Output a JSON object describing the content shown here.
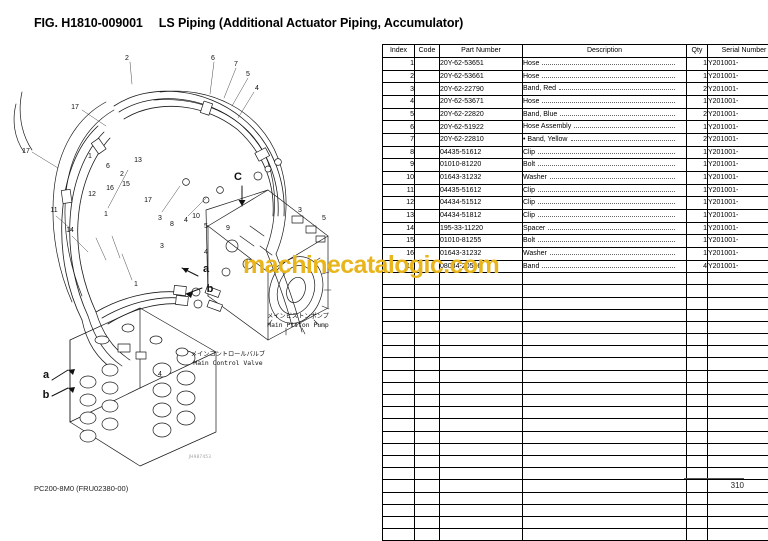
{
  "title": {
    "fig_id": "FIG. H1810-009001",
    "name": "LS Piping (Additional Actuator Piping, Accumulator)"
  },
  "watermark": "machinecatalogic.com",
  "table": {
    "headers": {
      "index": "Index",
      "code": "Code",
      "part_number": "Part Number",
      "description": "Description",
      "qty": "Qty",
      "serial_number": "Serial Number"
    },
    "rows": [
      {
        "index": "1",
        "code": "",
        "part_number": "20Y-62-53651",
        "description": "Hose",
        "qty": "1",
        "serial_number": "Y201001-"
      },
      {
        "index": "2",
        "code": "",
        "part_number": "20Y-62-53661",
        "description": "Hose",
        "qty": "1",
        "serial_number": "Y201001-"
      },
      {
        "index": "3",
        "code": "",
        "part_number": "20Y-62-22790",
        "description": "Band, Red",
        "qty": "2",
        "serial_number": "Y201001-"
      },
      {
        "index": "4",
        "code": "",
        "part_number": "20Y-62-53671",
        "description": "Hose",
        "qty": "1",
        "serial_number": "Y201001-"
      },
      {
        "index": "5",
        "code": "",
        "part_number": "20Y-62-22820",
        "description": "Band, Blue",
        "qty": "2",
        "serial_number": "Y201001-"
      },
      {
        "index": "6",
        "code": "",
        "part_number": "20Y-62-51922",
        "description": "Hose Assembly",
        "qty": "1",
        "serial_number": "Y201001-"
      },
      {
        "index": "7",
        "code": "",
        "part_number": "20Y-62-22810",
        "description": "• Band, Yellow",
        "qty": "2",
        "serial_number": "Y201001-"
      },
      {
        "index": "8",
        "code": "",
        "part_number": "04435-51612",
        "description": "Clip",
        "qty": "1",
        "serial_number": "Y201001-"
      },
      {
        "index": "9",
        "code": "",
        "part_number": "01010-81220",
        "description": "Bolt",
        "qty": "1",
        "serial_number": "Y201001-"
      },
      {
        "index": "10",
        "code": "",
        "part_number": "01643-31232",
        "description": "Washer",
        "qty": "1",
        "serial_number": "Y201001-"
      },
      {
        "index": "11",
        "code": "",
        "part_number": "04435-51612",
        "description": "Clip",
        "qty": "1",
        "serial_number": "Y201001-"
      },
      {
        "index": "12",
        "code": "",
        "part_number": "04434-51512",
        "description": "Clip",
        "qty": "1",
        "serial_number": "Y201001-"
      },
      {
        "index": "13",
        "code": "",
        "part_number": "04434-51812",
        "description": "Clip",
        "qty": "1",
        "serial_number": "Y201001-"
      },
      {
        "index": "14",
        "code": "",
        "part_number": "195-33-11220",
        "description": "Spacer",
        "qty": "1",
        "serial_number": "Y201001-"
      },
      {
        "index": "15",
        "code": "",
        "part_number": "01010-81255",
        "description": "Bolt",
        "qty": "1",
        "serial_number": "Y201001-"
      },
      {
        "index": "16",
        "code": "",
        "part_number": "01643-31232",
        "description": "Washer",
        "qty": "1",
        "serial_number": "Y201001-"
      },
      {
        "index": "17",
        "code": "",
        "part_number": "08034-20536",
        "description": "Band",
        "qty": "4",
        "serial_number": "Y201001-"
      }
    ],
    "empty_row_count": 22
  },
  "diagram": {
    "labels": {
      "main_piston_pump_jp": "メインピストンポンプ",
      "main_piston_pump_en": "Main Piston Pump",
      "main_control_valve_jp": "メインコントロールバルブ",
      "main_control_valve_en": "Main Control Valve",
      "drawing_code": "JH987453"
    },
    "section_markers": [
      "C",
      "a",
      "b"
    ],
    "callouts": [
      "1",
      "2",
      "3",
      "4",
      "5",
      "6",
      "7",
      "8",
      "9",
      "10",
      "11",
      "12",
      "13",
      "14",
      "15",
      "16",
      "17"
    ]
  },
  "footer": {
    "model": "PC200-8M0 (FRU02380-00)",
    "page": "310"
  },
  "colors": {
    "watermark": "#e8b51c",
    "text": "#000000",
    "rule": "#555555"
  }
}
